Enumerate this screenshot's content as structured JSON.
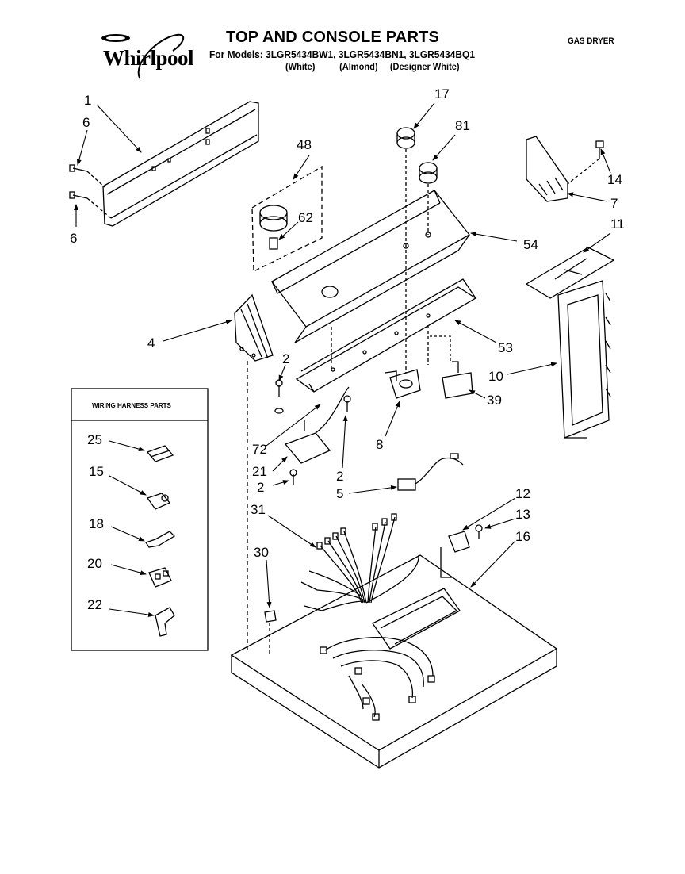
{
  "header": {
    "brand": "Whirlpool",
    "title": "TOP AND CONSOLE PARTS",
    "models": "For Models: 3LGR5434BW1, 3LGR5434BN1, 3LGR5434BQ1",
    "variants": [
      "(White)",
      "(Almond)",
      "(Designer White)"
    ],
    "product_type": "GAS DRYER"
  },
  "harness_box": {
    "title": "WIRING HARNESS PARTS"
  },
  "callouts": {
    "c1": "1",
    "c6a": "6",
    "c6b": "6",
    "c48": "48",
    "c17": "17",
    "c81": "81",
    "c62": "62",
    "c54": "54",
    "c14": "14",
    "c7": "7",
    "c11": "11",
    "c4": "4",
    "c2a": "2",
    "c53": "53",
    "c10": "10",
    "c39": "39",
    "c8": "8",
    "c72": "72",
    "c21": "21",
    "c2b": "2",
    "c2c": "2",
    "c5": "5",
    "c12": "12",
    "c13": "13",
    "c16": "16",
    "c31": "31",
    "c30": "30",
    "c25": "25",
    "c15": "15",
    "c18": "18",
    "c20": "20",
    "c22": "22"
  }
}
